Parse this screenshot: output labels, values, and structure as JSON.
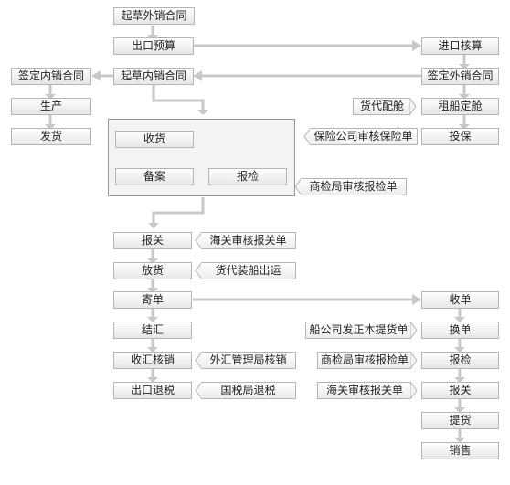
{
  "colors": {
    "line": "#c8c8c8",
    "box_border": "#b5b5b5"
  },
  "nodes": {
    "draft_export_contract": "起草外销合同",
    "export_budget": "出口预算",
    "import_accounting": "进口核算",
    "sign_domestic_contract": "签定内销合同",
    "draft_domestic_contract": "起草内销合同",
    "sign_export_contract": "签定外销合同",
    "production": "生产",
    "freight_booking": "货代配舱",
    "charter_ship": "租船定舱",
    "delivery": "发货",
    "receive_goods": "收货",
    "insurance_review": "保险公司审核保险单",
    "insure": "投保",
    "record_filing": "备案",
    "apply_inspection": "报检",
    "inspection_review_top": "商检局审核报检单",
    "customs_declare": "报关",
    "customs_review_top": "海关审核报关单",
    "release_goods": "放货",
    "freight_ship": "货代装船出运",
    "send_documents": "寄单",
    "receive_documents": "收单",
    "settlement": "结汇",
    "bill_of_lading": "船公司发正本提货单",
    "exchange_documents": "换单",
    "fx_verification": "收汇核销",
    "fx_bureau": "外汇管理局核销",
    "inspection_review_bottom": "商检局审核报检单",
    "inspection_bottom": "报检",
    "tax_refund": "出口退税",
    "tax_bureau": "国税局退税",
    "customs_review_bottom": "海关审核报关单",
    "customs_bottom": "报关",
    "pick_up": "提货",
    "sales": "销售"
  }
}
